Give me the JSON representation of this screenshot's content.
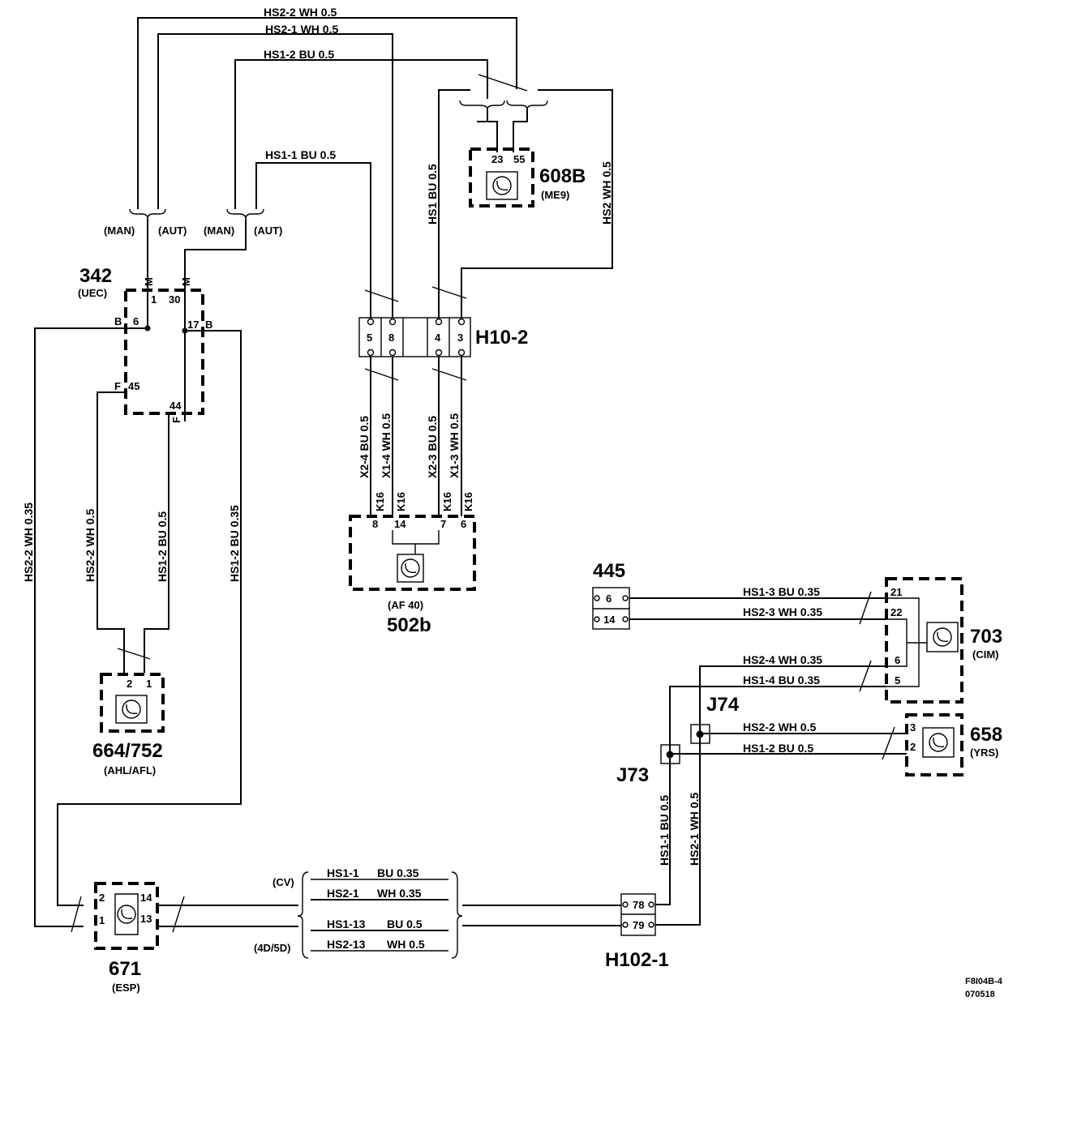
{
  "components": {
    "c342": {
      "id": "342",
      "sub": "(UEC)"
    },
    "c608b": {
      "id": "608B",
      "sub": "(ME9)"
    },
    "h10_2": {
      "id": "H10-2"
    },
    "c502b": {
      "id": "502b",
      "sub": "(AF 40)"
    },
    "c664": {
      "id": "664/752",
      "sub": "(AHL/AFL)"
    },
    "c445": {
      "id": "445"
    },
    "c703": {
      "id": "703",
      "sub": "(CIM)"
    },
    "c658": {
      "id": "658",
      "sub": "(YRS)"
    },
    "c671": {
      "id": "671",
      "sub": "(ESP)"
    },
    "h102_1": {
      "id": "H102-1"
    },
    "j73": {
      "id": "J73"
    },
    "j74": {
      "id": "J74"
    }
  },
  "wires": {
    "top_hs2_2": "HS2-2  WH  0.5",
    "top_hs2_1": "HS2-1  WH  0.5",
    "top_hs1_2": "HS1-2  BU  0.5",
    "hs1_1": "HS1-1 BU  0.5",
    "hs1_608": "HS1  BU  0.5",
    "hs2_608": "HS2  WH  0.5",
    "x2_4": "X2-4  BU  0.5",
    "x1_4": "X1-4  WH  0.5",
    "x2_3": "X2-3  BU  0.5",
    "x1_3": "X1-3  WH  0.5",
    "left_hs2_2": "HS2-2  WH 0.35",
    "mid_hs2_2": "HS2-2  WH 0.5",
    "mid_hs1_2": "HS1-2  BU  0.5",
    "right_hs1_2": "HS1-2  BU  0.35",
    "cim_hs1_3": "HS1-3  BU  0.35",
    "cim_hs2_3": "HS2-3  WH  0.35",
    "cim_hs2_4": "HS2-4  WH  0.35",
    "cim_hs1_4": "HS1-4  BU  0.35",
    "yrs_hs2_2": "HS2-2  WH  0.5",
    "yrs_hs1_2": "HS1-2  BU  0.5",
    "v_hs1_1": "HS1-1  BU  0.5",
    "v_hs2_1": "HS2-1  WH  0.5"
  },
  "variants": {
    "man1": "(MAN)",
    "aut1": "(AUT)",
    "man2": "(MAN)",
    "aut2": "(AUT)",
    "cv": "(CV)",
    "d45": "(4D/5D)",
    "cv_hs1_1_a": "HS1-1",
    "cv_hs1_1_b": "BU  0.35",
    "cv_hs2_1_a": "HS2-1",
    "cv_hs2_1_b": "WH 0.35",
    "d_hs1_13_a": "HS1-13",
    "d_hs1_13_b": "BU  0.5",
    "d_hs2_13_a": "HS2-13",
    "d_hs2_13_b": "WH 0.5"
  },
  "pins": {
    "p342_m1": "M",
    "p342_m2": "M",
    "p342_1": "1",
    "p342_30": "30",
    "p342_b1": "B",
    "p342_6": "6",
    "p342_17": "17",
    "p342_b2": "B",
    "p342_f1": "F",
    "p342_45": "45",
    "p342_44": "44",
    "p342_f2": "F",
    "p608_23": "23",
    "p608_55": "55",
    "h10_5": "5",
    "h10_8": "8",
    "h10_4": "4",
    "h10_3": "3",
    "k16a": "K16",
    "k16b": "K16",
    "k16c": "K16",
    "k16d": "K16",
    "p502_8": "8",
    "p502_14": "14",
    "p502_7": "7",
    "p502_6": "6",
    "p664_2": "2",
    "p664_1": "1",
    "p445_6": "6",
    "p445_14": "14",
    "p703_21": "21",
    "p703_22": "22",
    "p703_6": "6",
    "p703_5": "5",
    "p658_3": "3",
    "p658_2": "2",
    "p671_2": "2",
    "p671_1": "1",
    "p671_14": "14",
    "p671_13": "13",
    "h102_78": "78",
    "h102_79": "79"
  },
  "footer": {
    "code": "F8I04B-4",
    "date": "070518"
  }
}
